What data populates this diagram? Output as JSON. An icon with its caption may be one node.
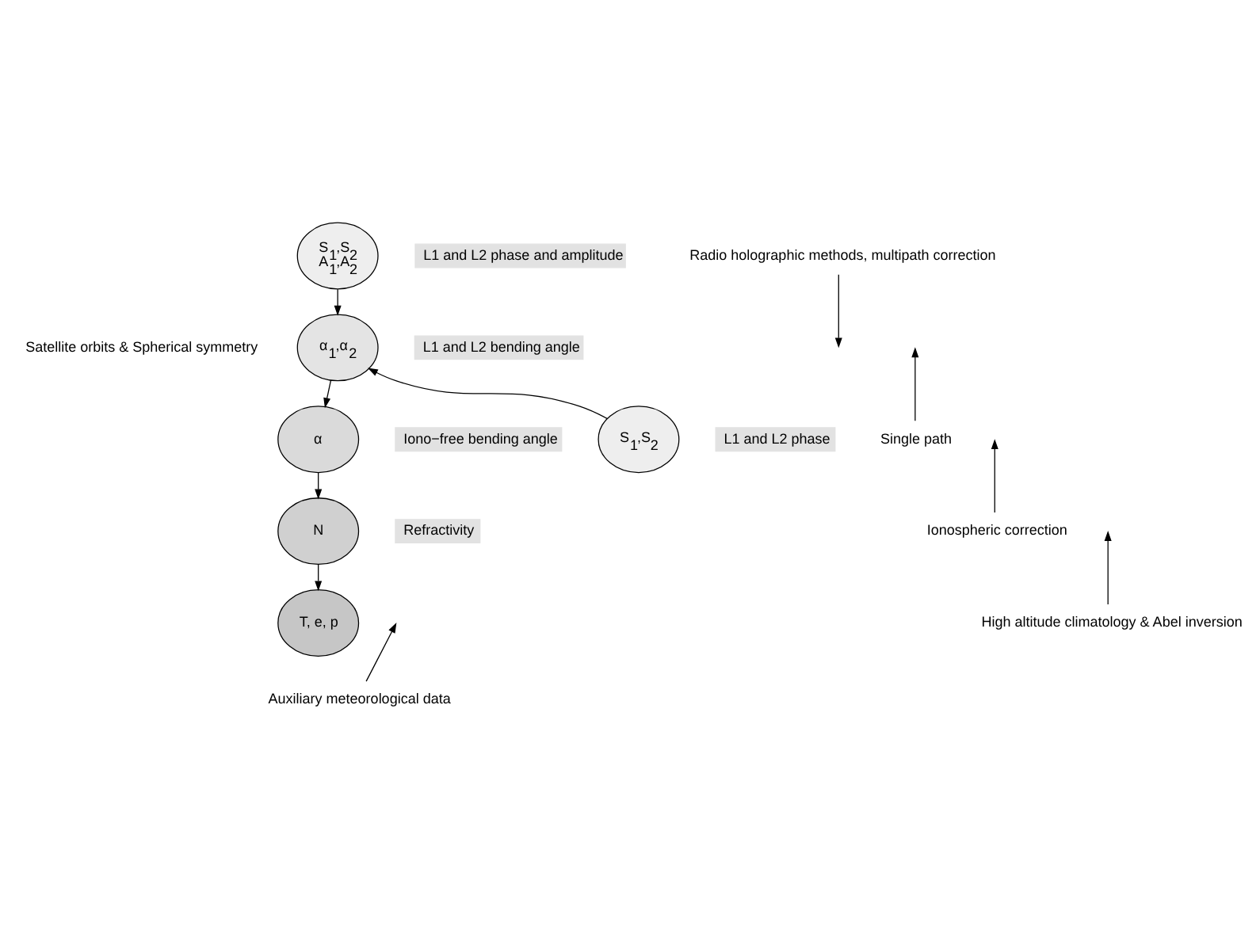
{
  "diagram": {
    "nodes": [
      {
        "text": [
          "S$_{1}$,S$_{2}$",
          "A$_{1}$,A$_{2}$"
        ],
        "beside": [
          "L1 and L2 phase and amplitude"
        ]
      },
      {
        "text": [
          "α$_{1}$,α$_{2}$"
        ],
        "beside": [
          "L1 and L2 bending angle"
        ]
      },
      {
        "text": [
          "α"
        ],
        "beside": [
          "Iono−free bending angle"
        ]
      },
      {
        "text": [
          "N"
        ],
        "beside": [
          "Refractivity"
        ]
      },
      {
        "text": [
          "T, e, p"
        ]
      },
      {
        "text": [
          "S$_{1}$,S$_{2}$"
        ],
        "beside": [
          "L1 and L2 phase"
        ]
      },
      {
        "text": [
          "Radio holographic methods, multipath correction"
        ]
      },
      {
        "text": [
          "Single path"
        ]
      },
      {
        "text": [
          "Ionospheric correction"
        ]
      },
      {
        "text": [
          "High altitude climatology & Abel inversion"
        ]
      },
      {
        "text": [
          "Auxiliary meteorological data"
        ]
      }
    ],
    "edges": [
      {
        "from": 0,
        "to": 1,
        "arrow": "to"
      },
      {
        "from": 5,
        "to": 1,
        "arrow": "to"
      },
      {
        "from": 1,
        "to": 2,
        "arrow": "to"
      },
      {
        "from": 2,
        "to": 3,
        "arrow": "to"
      },
      {
        "from": 3,
        "to": 4,
        "arrow": "to"
      },
      {
        "from": 6,
        "to": null,
        "arrow": "to"
      },
      {
        "from": 7,
        "to": null,
        "arrow": "to"
      },
      {
        "from": 8,
        "to": null,
        "arrow": "to"
      },
      {
        "from": 9,
        "to": null,
        "arrow": "to"
      },
      {
        "from": 10,
        "to": null,
        "arrow": "to"
      }
    ],
    "labels": [
      "Satellite orbits & Spherical symmetry"
    ]
  }
}
